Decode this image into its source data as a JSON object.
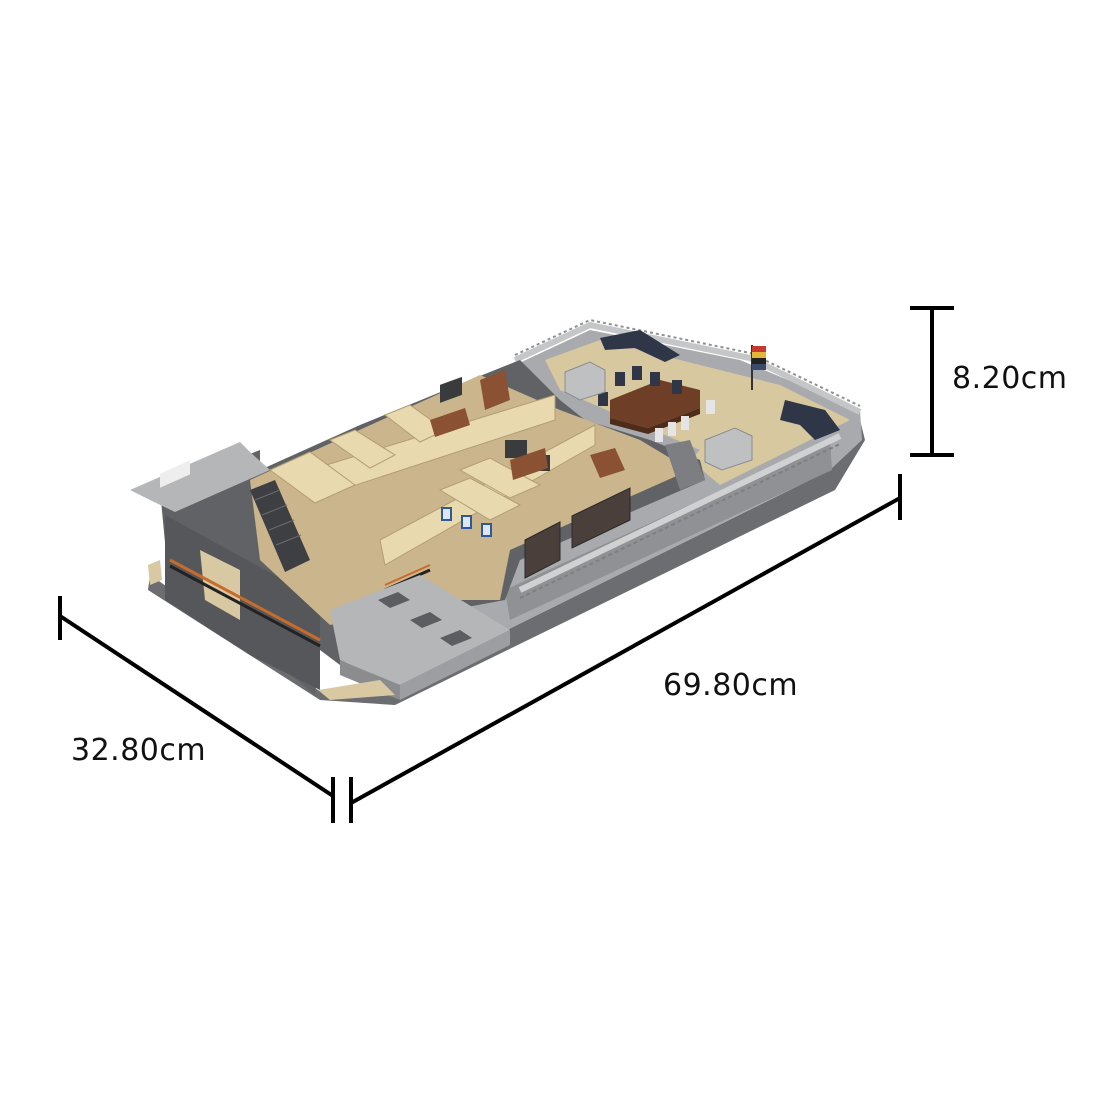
{
  "product": {
    "subject": "brick-built building floor model (isometric view)",
    "background_color": "#ffffff"
  },
  "dimensions": {
    "height": {
      "label": "8.20cm",
      "value": 8.2,
      "unit": "cm"
    },
    "length": {
      "label": "69.80cm",
      "value": 69.8,
      "unit": "cm"
    },
    "width": {
      "label": "32.80cm",
      "value": 32.8,
      "unit": "cm"
    }
  },
  "colors": {
    "line": "#000000",
    "wall_dark": "#5f6163",
    "wall_mid": "#8a8c8e",
    "wall_light": "#b9bbbd",
    "floor_tan": "#d9c9a3",
    "wall_tan": "#e8d9ae",
    "wood": "#7a4a2a",
    "chair_navy": "#2f3648"
  }
}
